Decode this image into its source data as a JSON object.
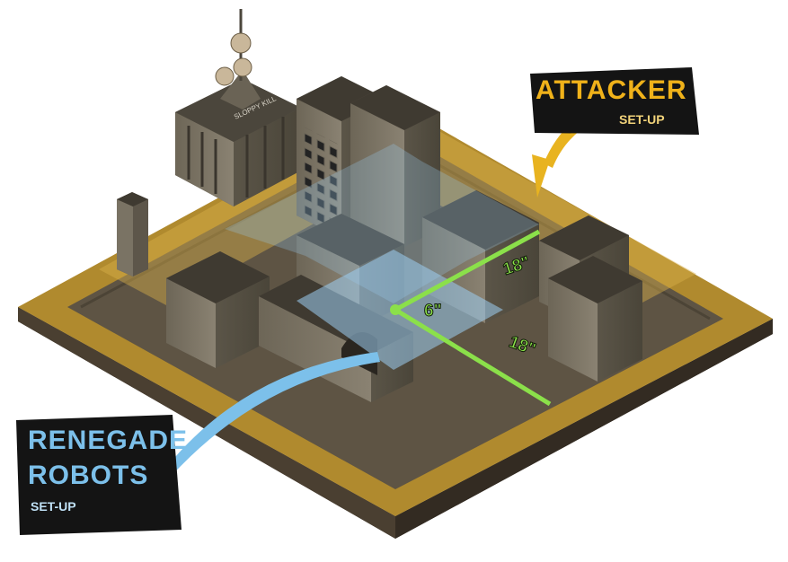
{
  "attacker": {
    "title": "ATTACKER",
    "subtitle": "SET-UP",
    "color": "#f0b21a"
  },
  "renegade": {
    "title_line1": "RENEGADE",
    "title_line2": "ROBOTS",
    "subtitle": "SET-UP",
    "color": "#7cc0ea"
  },
  "measurements": {
    "upper": "18\"",
    "center": "6\"",
    "lower": "18\""
  },
  "graffiti": "SLOPPY KILL",
  "colors": {
    "table_edge": "#b08a2e",
    "ground": "#5e5444",
    "measure": "#8be04a",
    "zone_blue": "#9ccdf2"
  }
}
